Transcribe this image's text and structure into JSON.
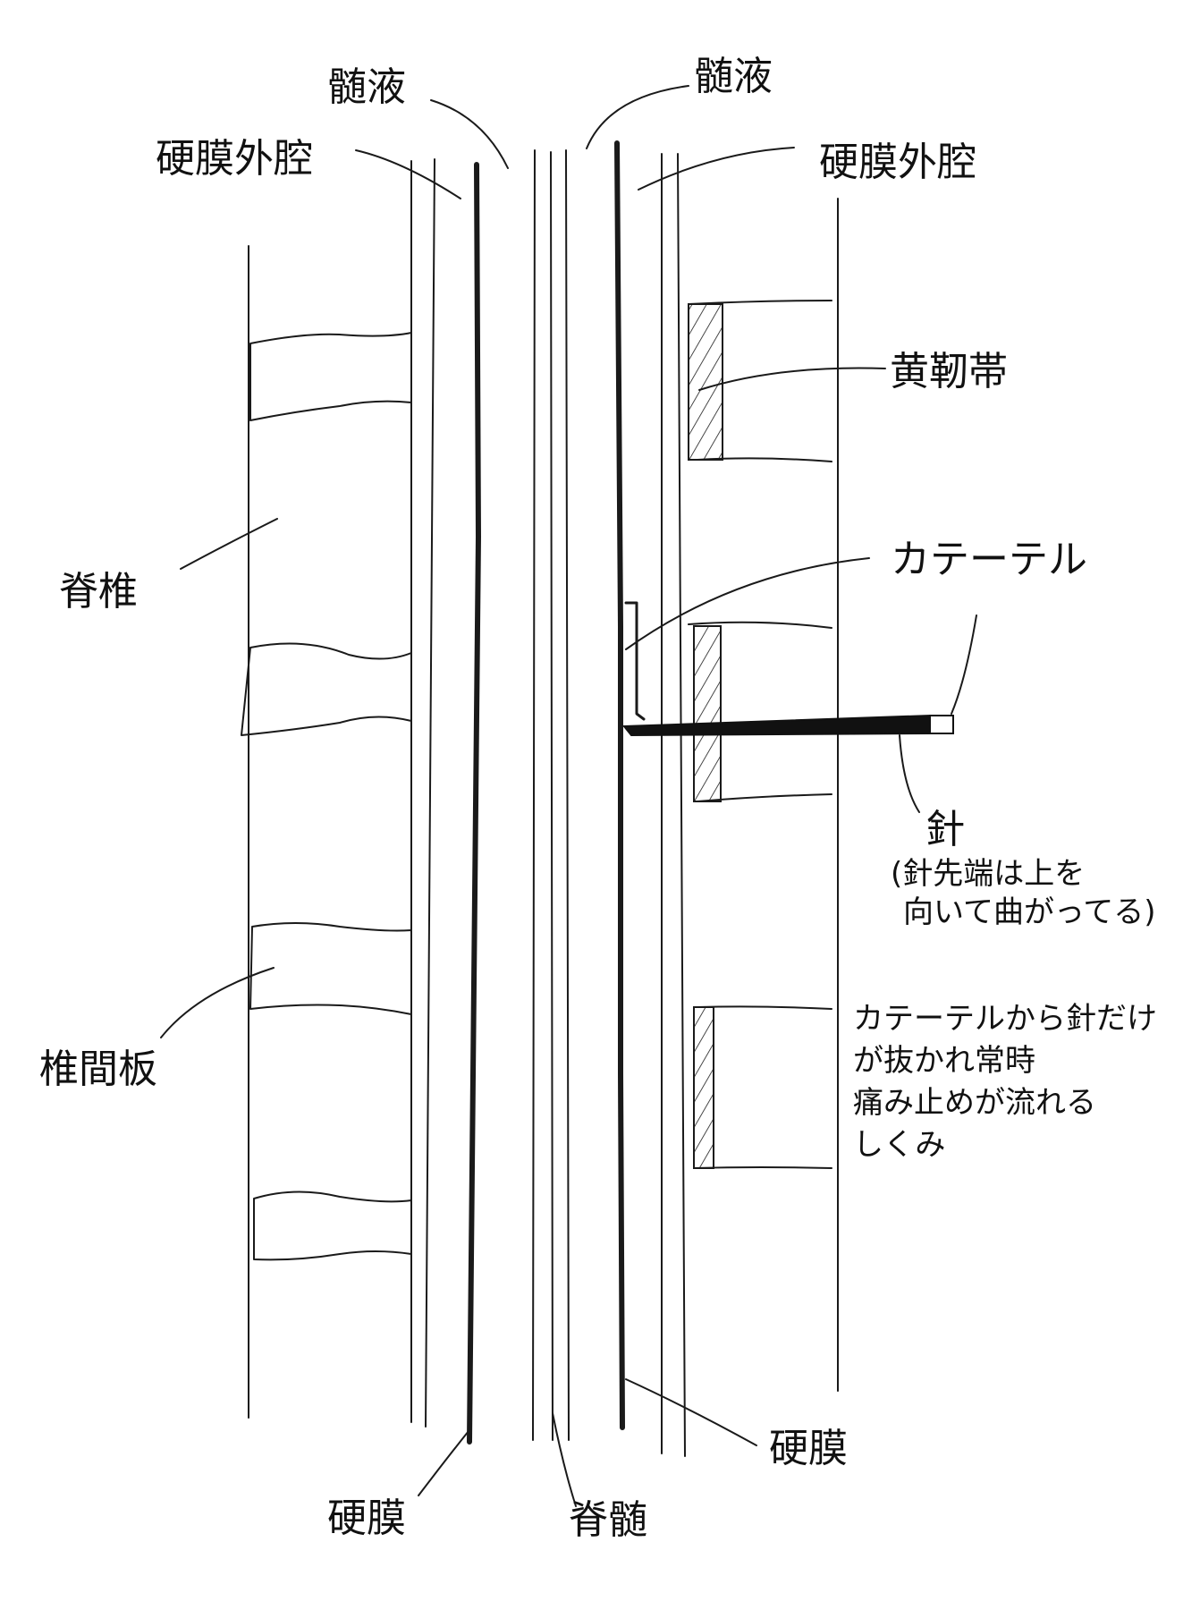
{
  "labels": {
    "csf_left": "髄液",
    "csf_right": "髄液",
    "epidural_left": "硬膜外腔",
    "epidural_right": "硬膜外腔",
    "ligamentum_flavum": "黄靭帯",
    "vertebra": "脊椎",
    "catheter": "カテーテル",
    "needle": "針",
    "needle_note_1": "(針先端は上を",
    "needle_note_2": "向いて曲がってる)",
    "intervertebral_disc": "椎間板",
    "mechanism_1": "カテーテルから針だけ",
    "mechanism_2": "が抜かれ常時",
    "mechanism_3": "痛み止めが流れる",
    "mechanism_4": "しくみ",
    "dura_left": "硬膜",
    "spinal_cord": "脊髄",
    "dura_right": "硬膜"
  },
  "colors": {
    "ink": "#1a1a1a",
    "paper": "#ffffff"
  }
}
